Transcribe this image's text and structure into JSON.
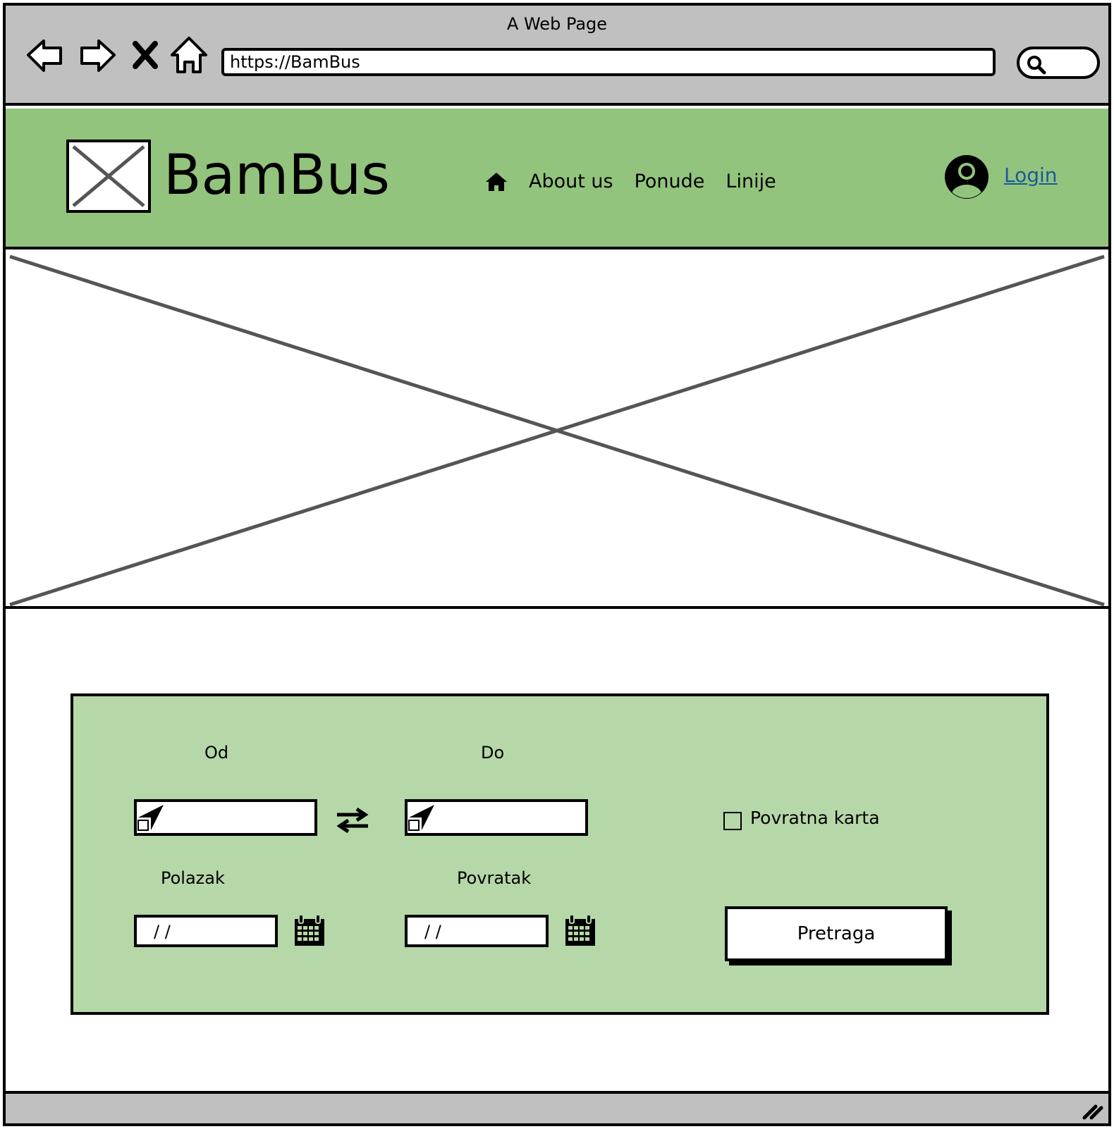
{
  "browser": {
    "title": "A Web Page",
    "url": "https://BamBus"
  },
  "header": {
    "brand": "BamBus",
    "nav": [
      "About us",
      "Ponude",
      "Linije"
    ],
    "login": "Login"
  },
  "search_form": {
    "from_label": "Od",
    "to_label": "Do",
    "departure_label": "Polazak",
    "return_label": "Povratak",
    "departure_placeholder": "/ /",
    "return_placeholder": "/ /",
    "return_ticket_label": "Povratna karta",
    "return_ticket_checked": false,
    "search_button": "Pretraga"
  },
  "colors": {
    "chrome": "#c0c0c0",
    "header": "#93c47d",
    "panel": "#b6d7a8",
    "link": "#1a5a9a"
  },
  "icons": [
    "back-icon",
    "forward-icon",
    "stop-icon",
    "home-icon",
    "search-icon",
    "user-icon",
    "location-icon",
    "swap-icon",
    "calendar-icon",
    "resize-grip-icon"
  ]
}
